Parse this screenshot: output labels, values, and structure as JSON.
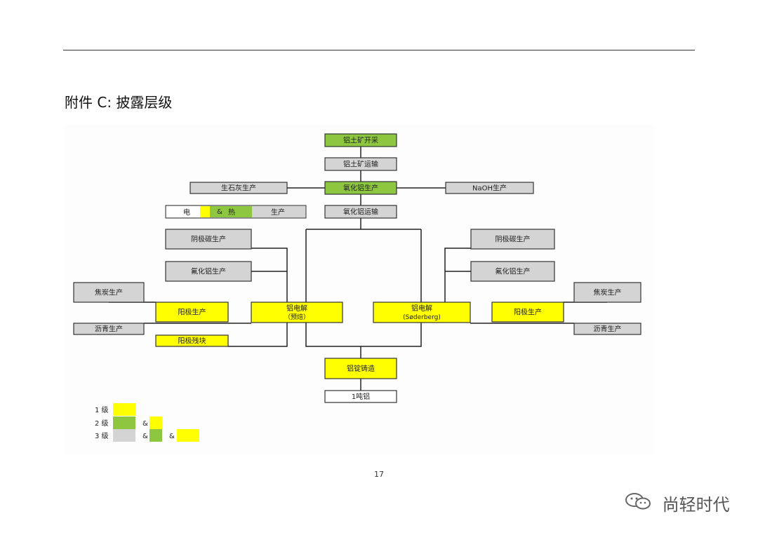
{
  "page": {
    "title": "附件 C:  披露层级",
    "page_number": "17",
    "watermark": "尚轻时代",
    "watermark_icon": "wechat-icon"
  },
  "colors": {
    "level1": "#ffff00",
    "level2": "#8dc63f",
    "level3": "#d4d4d4",
    "output": "#ffffff",
    "border": "#333333",
    "line": "#222222"
  },
  "nodes": [
    {
      "id": "bauxite-mining",
      "label": "铝土矿开采",
      "level": 2
    },
    {
      "id": "bauxite-transport",
      "label": "铝土矿运输",
      "level": 3
    },
    {
      "id": "lime-production",
      "label": "生石灰生产",
      "level": 3
    },
    {
      "id": "alumina-production",
      "label": "氧化铝生产",
      "level": 2
    },
    {
      "id": "naoh-production",
      "label": "NaOH生产",
      "level": 3
    },
    {
      "id": "alumina-transport",
      "label": "氧化铝运输",
      "level": 3
    },
    {
      "id": "cathode-carbon-left",
      "label": "阴极碳生产",
      "level": 3
    },
    {
      "id": "aluminum-fluoride-left",
      "label": "氟化铝生产",
      "level": 3
    },
    {
      "id": "coke-left",
      "label": "焦炭生产",
      "level": 3
    },
    {
      "id": "anode-left",
      "label": "阳极生产",
      "level": 1
    },
    {
      "id": "pitch-left",
      "label": "沥青生产",
      "level": 3
    },
    {
      "id": "anode-butts",
      "label": "阳极残块",
      "level": 1
    },
    {
      "id": "electrolysis-prebake",
      "label": "铝电解",
      "sublabel": "（预焙）",
      "level": 1
    },
    {
      "id": "electrolysis-soderberg",
      "label": "铝电解",
      "sublabel": "(Søderberg)",
      "level": 1
    },
    {
      "id": "cathode-carbon-right",
      "label": "阴极碳生产",
      "level": 3
    },
    {
      "id": "aluminum-fluoride-right",
      "label": "氟化铝生产",
      "level": 3
    },
    {
      "id": "coke-right",
      "label": "焦炭生产",
      "level": 3
    },
    {
      "id": "anode-right",
      "label": "阳极生产",
      "level": 1
    },
    {
      "id": "pitch-right",
      "label": "沥青生产",
      "level": 3
    },
    {
      "id": "ingot-casting",
      "label": "铝锭铸造",
      "level": 1
    },
    {
      "id": "one-tonne-aluminum",
      "label": "1吨铝",
      "level": 0
    }
  ],
  "energy_bar": {
    "electricity": "电",
    "amp": "&",
    "heat": "热",
    "production": "生产"
  },
  "legend": {
    "rows": [
      {
        "label": "1 级",
        "levels": [
          1
        ]
      },
      {
        "label": "2 级",
        "levels": [
          2,
          1
        ]
      },
      {
        "label": "3 级",
        "levels": [
          3,
          2,
          1
        ]
      }
    ],
    "amp": "&"
  }
}
